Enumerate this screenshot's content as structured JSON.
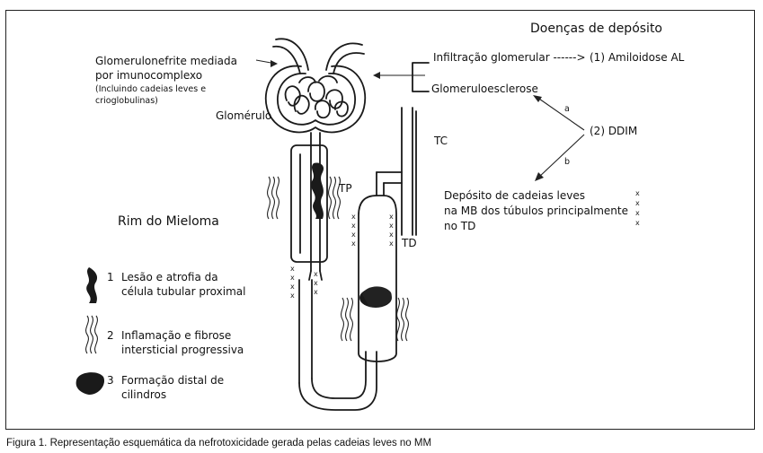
{
  "header": {
    "title": "Doenças de depósito"
  },
  "labels": {
    "glomerulonephritis_line1": "Glomerulonefrite mediada",
    "glomerulonephritis_line2": "por imunocomplexo",
    "glomerulonephritis_line3": "(Incluindo cadeias leves e",
    "glomerulonephritis_line4": "crioglobulinas)",
    "glomerulo": "Glomérulo",
    "infiltration": "Infiltração glomerular ------>",
    "amyloidosis": "(1) Amiloidose AL",
    "glomerulosclerosis": "Glomeruloesclerose",
    "branch_a": "a",
    "branch_b": "b",
    "ddim": "(2) DDIM",
    "tc": "TC",
    "tp": "TP",
    "td": "TD",
    "deposit_line1": "Depósito de cadeias leves",
    "deposit_line2": "na MB dos túbulos principalmente",
    "deposit_line3": "no TD",
    "myeloma_kidney": "Rim do Mieloma"
  },
  "legend": [
    {
      "number": "1",
      "line1": "Lesão e atrofia da",
      "line2": "célula tubular proximal"
    },
    {
      "number": "2",
      "line1": "Inflamação e fibrose",
      "line2": "intersticial progressiva"
    },
    {
      "number": "3",
      "line1": "Formação distal de",
      "line2": "cilindros"
    }
  ],
  "caption": "Figura 1.  Representação esquemática da nefrotoxicidade gerada pelas cadeias leves no MM"
}
